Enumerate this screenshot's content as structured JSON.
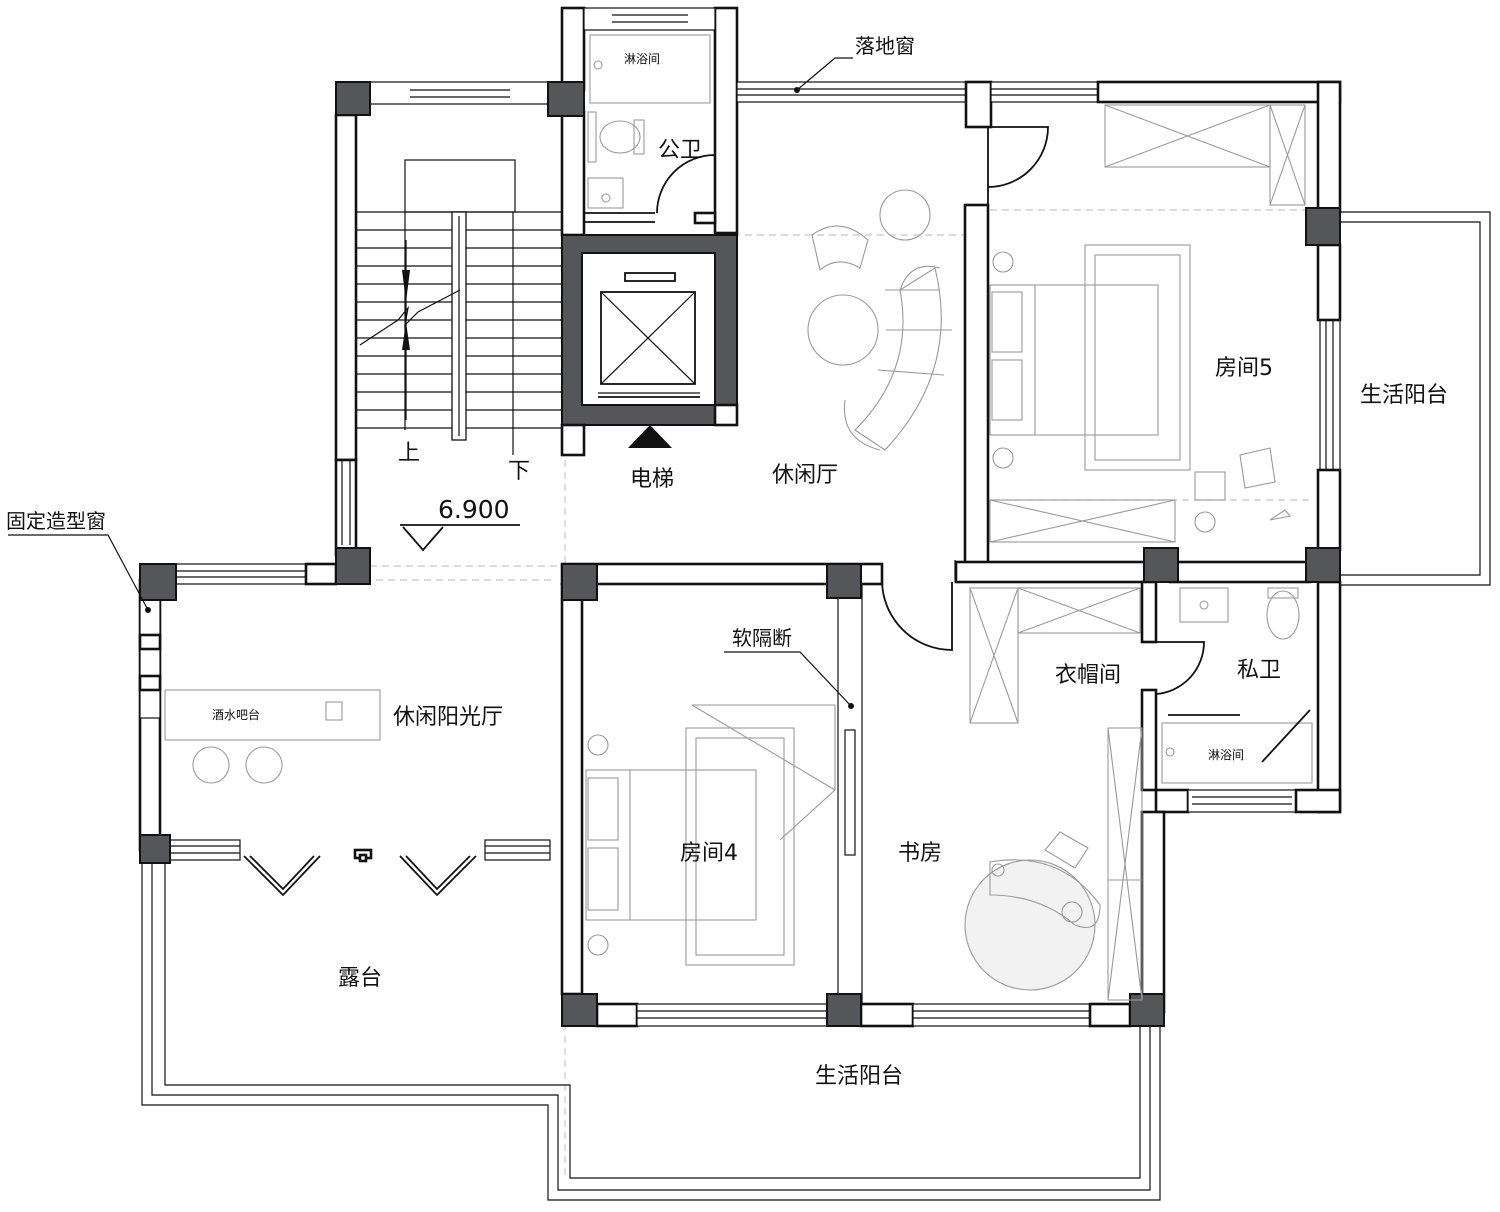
{
  "rooms": {
    "stair_up": "上",
    "stair_down": "下",
    "elevator": "电梯",
    "lounge": "休闲厅",
    "public_bath": "公卫",
    "shower_1": "淋浴间",
    "room5": "房间5",
    "balcony_east": "生活阳台",
    "sun_lounge": "休闲阳光厅",
    "bar": "酒水吧台",
    "room4": "房间4",
    "study": "书房",
    "cloakroom": "衣帽间",
    "private_bath": "私卫",
    "shower_2": "淋浴间",
    "terrace": "露台",
    "balcony_south": "生活阳台"
  },
  "annotations": {
    "floor_window": "落地窗",
    "fixed_window": "固定造型窗",
    "soft_partition": "软隔断"
  },
  "level": "6.900",
  "colors": {
    "wall": "#111111",
    "column": "#55565a",
    "furniture": "#9a9a9a",
    "hidden_line": "#c8c8c8"
  }
}
